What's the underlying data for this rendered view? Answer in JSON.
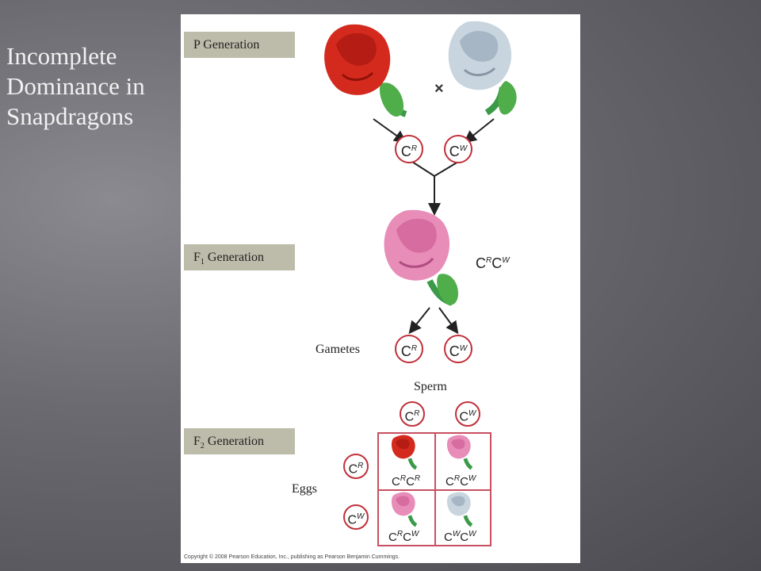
{
  "slide": {
    "title_lines": [
      "Incomplete",
      "Dominance in",
      "Snapdragons"
    ]
  },
  "generations": {
    "p": "P Generation",
    "f1_prefix": "F",
    "f1_sub": "1",
    "f1_suffix": " Generation",
    "f2_prefix": "F",
    "f2_sub": "2",
    "f2_suffix": " Generation"
  },
  "symbols": {
    "cross": "×"
  },
  "alleles": {
    "base": "C",
    "red_sup": "R",
    "white_sup": "W"
  },
  "labels": {
    "gametes": "Gametes",
    "sperm": "Sperm",
    "eggs": "Eggs"
  },
  "copyright": "Copyright © 2008 Pearson Education, Inc., publishing as Pearson Benjamin Cummings.",
  "colors": {
    "red_flower": "#d42a1e",
    "white_flower": "#c8d4de",
    "pink_flower": "#e88cb8",
    "stem": "#3a9a48",
    "circle": "#c0303a",
    "label_bg": "#bdbbaa"
  }
}
